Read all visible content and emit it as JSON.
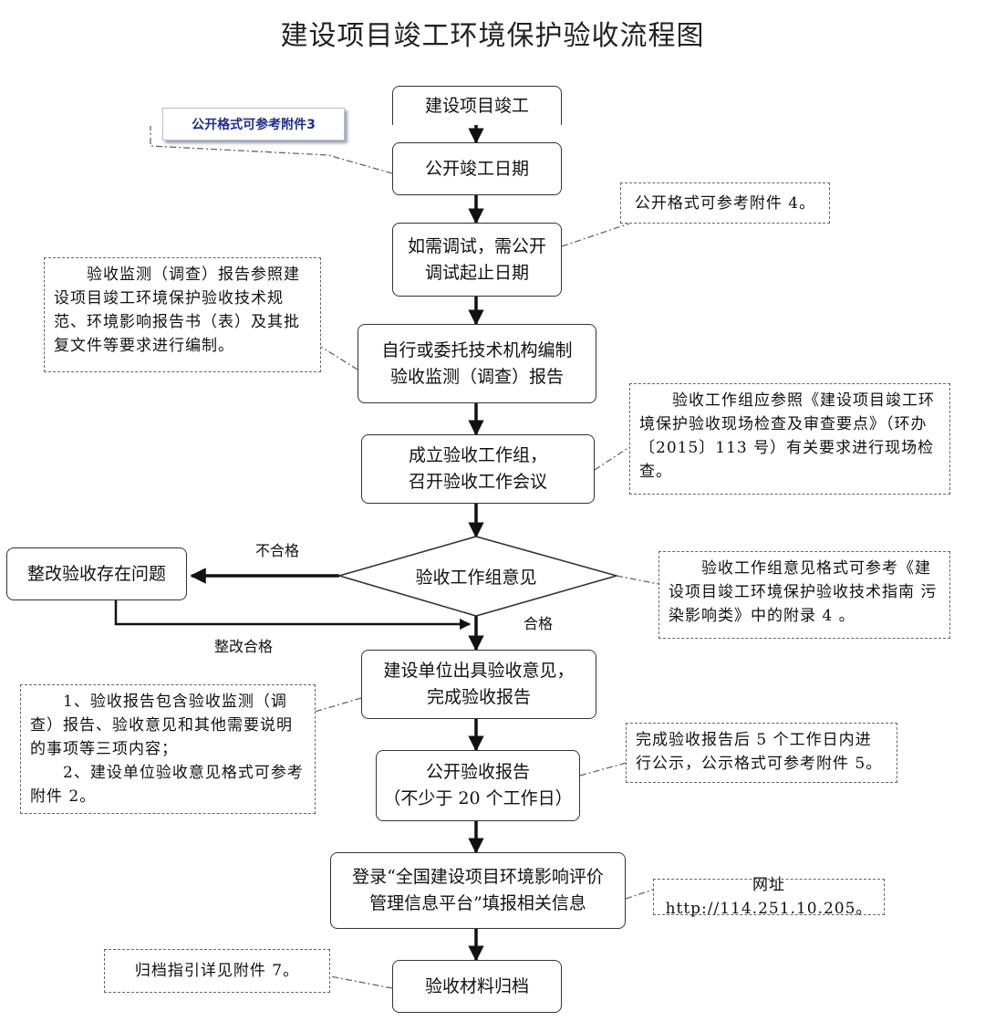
{
  "title": "建设项目竣工环境保护验收流程图",
  "steps": {
    "s1": "建设项目竣工",
    "s2": "公开竣工日期",
    "s3": "如需调试，需公开\n调试起止日期",
    "s4": "自行或委托技术机构编制\n验收监测（调查）报告",
    "s5": "成立验收工作组，\n召开验收工作会议",
    "decision": "验收工作组意见",
    "rectify": "整改验收存在问题",
    "s6": "建设单位出具验收意见，\n完成验收报告",
    "s7": "公开验收报告\n（不少于 20 个工作日）",
    "s8": "登录“全国建设项目环境影响评价\n管理信息平台”填报相关信息",
    "s9": "验收材料归档"
  },
  "labels": {
    "fail": "不合格",
    "pass": "合格",
    "rectified": "整改合格"
  },
  "notes": {
    "n_badge": "公开格式可参考附件3",
    "n_s3": "公开格式可参考附件 4。",
    "n_s4": "　　验收监测（调查）报告参照建设项目竣工环境保护验收技术规范、环境影响报告书（表）及其批复文件等要求进行编制。",
    "n_s5": "　　验收工作组应参照《建设项目竣工环境保护验收现场检查及审查要点》（环办〔2015〕113 号）有关要求进行现场检查。",
    "n_decision": "　　验收工作组意见格式可参考《建设项目竣工环境保护验收技术指南 污染影响类》中的附录 4 。",
    "n_s6": "　　1、验收报告包含验收监测（调查）报告、验收意见和其他需要说明的事项等三项内容；\n　　2、建设单位验收意见格式可参考附件 2。",
    "n_s7": "完成验收报告后 5 个工作日内进行公示，公示格式可参考附件 5。",
    "n_s8": "网址 http://114.251.10.205。",
    "n_s9": "归档指引详见附件 7。"
  }
}
